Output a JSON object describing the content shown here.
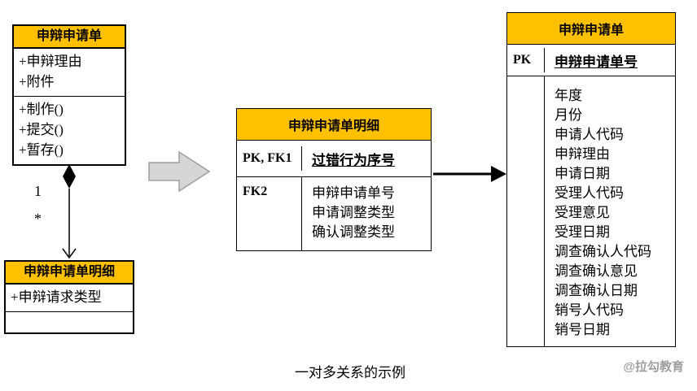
{
  "colors": {
    "header_fill": "#FFC000",
    "border": "#000000",
    "block_arrow_fill": "#D6D6D6",
    "watermark_text": "#9E9E9E"
  },
  "uml": {
    "class1": {
      "title": "申辩申请单",
      "attributes": [
        "+申辩理由",
        "+附件"
      ],
      "methods": [
        "+制作()",
        "+提交()",
        "+暂存()"
      ]
    },
    "relation": {
      "parent_multiplicity": "1",
      "child_multiplicity": "*"
    },
    "class2": {
      "title": "申辩申请单明细",
      "attributes": [
        "+申辩请求类型"
      ]
    }
  },
  "tables": {
    "detail": {
      "title": "申辩申请单明细",
      "pk_row": {
        "key": "PK, FK1",
        "field": "过错行为序号"
      },
      "fk_row": {
        "key": "FK2",
        "fields": [
          "申辩申请单号",
          "申请调整类型",
          "确认调整类型"
        ]
      }
    },
    "master": {
      "title": "申辩申请单",
      "pk_row": {
        "key": "PK",
        "field": "申辩申请单号"
      },
      "fields": [
        "年度",
        "月份",
        "申请人代码",
        "申辩理由",
        "申请日期",
        "受理人代码",
        "受理意见",
        "受理日期",
        "调查确认人代码",
        "调查确认意见",
        "调查确认日期",
        "销号人代码",
        "销号日期"
      ]
    }
  },
  "caption": "一对多关系的示例",
  "watermark": "@拉勾教育"
}
